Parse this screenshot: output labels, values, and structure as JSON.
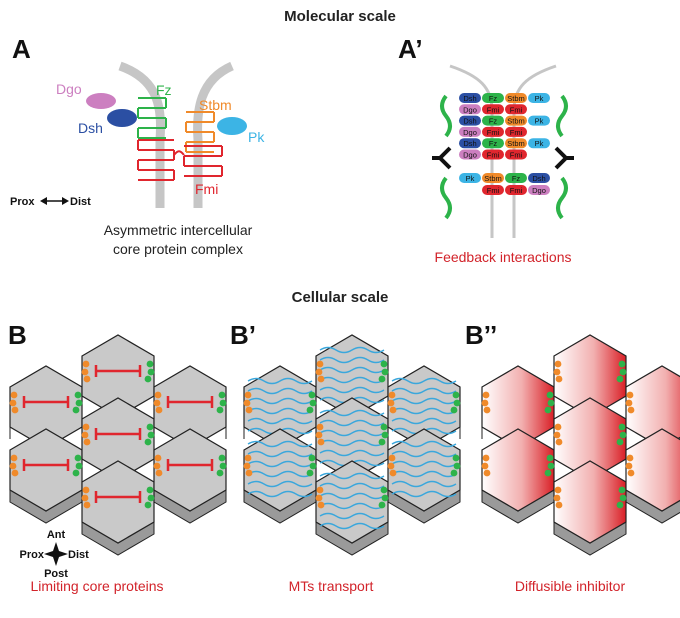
{
  "headings": {
    "molecular": "Molecular scale",
    "cellular": "Cellular scale"
  },
  "panels": {
    "A": {
      "letter": "A",
      "labels": {
        "dgo": "Dgo",
        "dsh": "Dsh",
        "fz": "Fz",
        "stbm": "Stbm",
        "pk": "Pk",
        "fmi": "Fmi"
      },
      "axis": {
        "prox": "Prox",
        "dist": "Dist"
      },
      "caption_line1": "Asymmetric intercellular",
      "caption_line2": "core protein complex"
    },
    "A2": {
      "letter": "A’",
      "caption": "Feedback interactions",
      "rows": [
        [
          "Dsh",
          "Fz",
          "Stbm",
          "Pk"
        ],
        [
          "Dgo",
          "Fmi",
          "Fmi",
          ""
        ],
        [
          "Dsh",
          "Fz",
          "Stbm",
          "Pk"
        ],
        [
          "Dgo",
          "Fmi",
          "Fmi",
          ""
        ],
        [
          "Dsh",
          "Fz",
          "Stbm",
          "Pk"
        ],
        [
          "Dgo",
          "Fmi",
          "Fmi",
          ""
        ],
        [
          "Pk",
          "Stbm",
          "Fz",
          "Dsh"
        ],
        [
          "",
          "Fmi",
          "Fmi",
          "Dgo"
        ]
      ]
    },
    "B": {
      "letter": "B",
      "caption": "Limiting core proteins",
      "axis": {
        "ant": "Ant",
        "post": "Post",
        "prox": "Prox",
        "dist": "Dist"
      }
    },
    "B2": {
      "letter": "B’",
      "caption": "MTs transport"
    },
    "B3": {
      "letter": "B’’",
      "caption": "Diffusible inhibitor"
    }
  },
  "colors": {
    "dgo": "#cc7fc0",
    "dsh": "#2b4fa3",
    "fz": "#2db34a",
    "stbm": "#f08a2a",
    "pk": "#3cb4e5",
    "fmi": "#e0262e",
    "caption_red": "#d2232a",
    "cell_gray": "#c9c9c9",
    "mt_blue": "#3aa7dc"
  }
}
